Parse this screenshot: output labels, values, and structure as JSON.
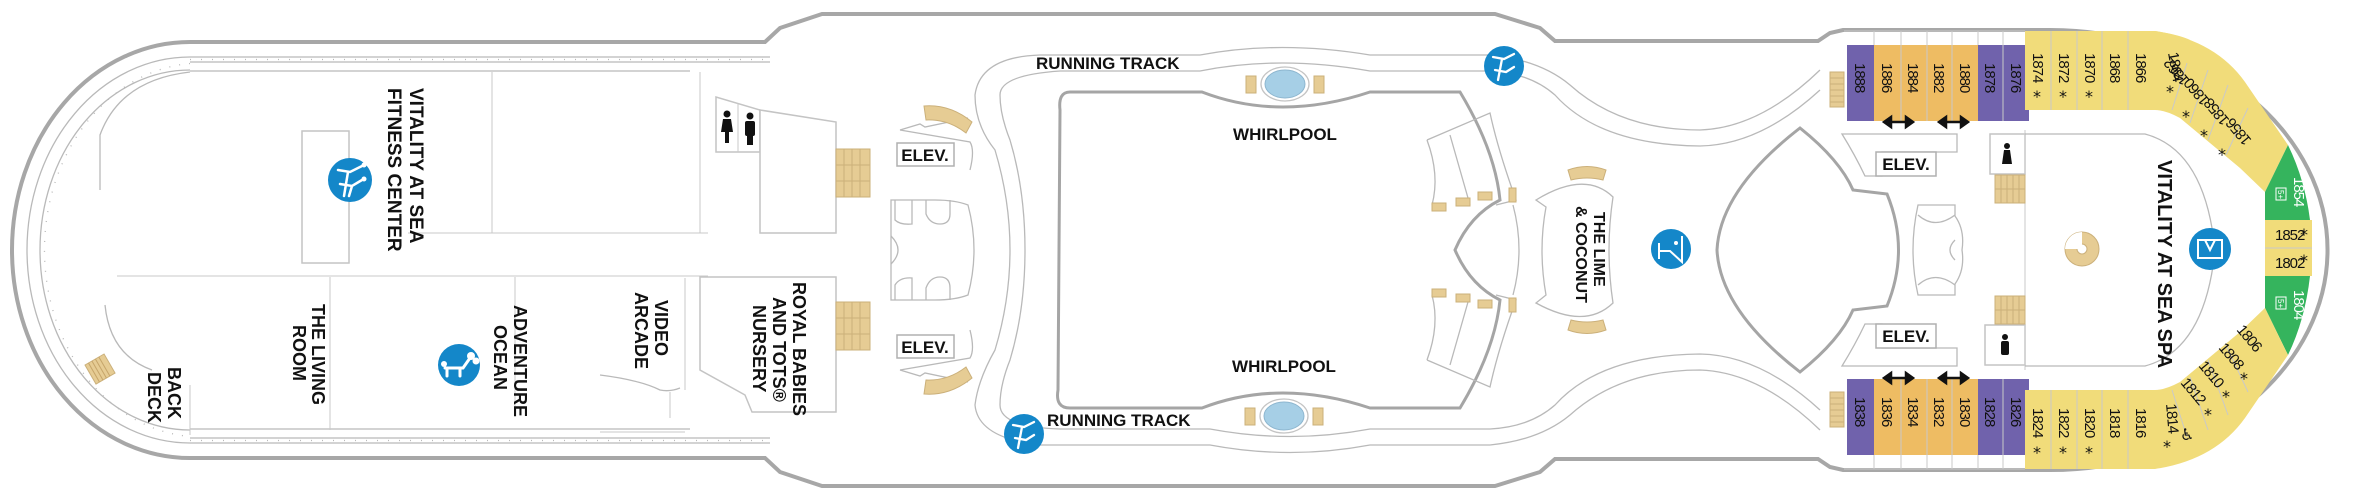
{
  "deck_map": {
    "colors": {
      "hull_stroke": "#a7a7a7",
      "icon_blue": "#1487c9",
      "whirlpool_water": "#a6cfe6",
      "stair_tan": "#e6cc94",
      "cabin_purple": "#7062ac",
      "cabin_orange": "#eebc63",
      "cabin_yellow": "#f1dc7a",
      "cabin_green": "#35b45d"
    },
    "venues": {
      "fitness_center": {
        "line1": "VITALITY AT SEA",
        "line2": "FITNESS CENTER",
        "icon": "runner-icon"
      },
      "back_deck": {
        "line1": "BACK",
        "line2": "DECK"
      },
      "living_room": {
        "line1": "THE LIVING",
        "line2": "ROOM"
      },
      "adventure_ocean": {
        "line1": "ADVENTURE",
        "line2": "OCEAN",
        "icon": "child-balloons-icon"
      },
      "video_arcade": {
        "line1": "VIDEO",
        "line2": "ARCADE"
      },
      "nursery": {
        "line1": "ROYAL BABIES",
        "line2": "AND TOTS®",
        "line3": "NURSERY"
      },
      "lime_coconut": {
        "line1": "THE LIME",
        "line2": "& COCONUT",
        "icon": "cocktail-icon"
      },
      "spa": {
        "label": "VITALITY AT SEA SPA",
        "icon": "spa-robe-icon"
      }
    },
    "labels": {
      "running_track_top": "RUNNING TRACK",
      "running_track_bottom": "RUNNING TRACK",
      "whirlpool_top": "WHIRLPOOL",
      "whirlpool_bottom": "WHIRLPOOL",
      "elev_aft_top": "ELEV.",
      "elev_aft_bottom": "ELEV.",
      "elev_fwd_top": "ELEV.",
      "elev_fwd_bottom": "ELEV."
    },
    "restrooms": {
      "icon_women": "woman-icon",
      "icon_men": "man-icon"
    },
    "cabins": {
      "top_row": [
        {
          "num": "1888",
          "type": "purple",
          "star": false
        },
        {
          "num": "1886",
          "type": "orange",
          "star": false
        },
        {
          "num": "1884",
          "type": "orange",
          "star": false
        },
        {
          "num": "1882",
          "type": "orange",
          "star": false
        },
        {
          "num": "1880",
          "type": "orange",
          "star": false
        },
        {
          "num": "1878",
          "type": "purple",
          "star": false
        },
        {
          "num": "1876",
          "type": "purple",
          "star": false
        },
        {
          "num": "1874",
          "type": "yellow",
          "star": true
        },
        {
          "num": "1872",
          "type": "yellow",
          "star": true
        },
        {
          "num": "1870",
          "type": "yellow",
          "star": true
        },
        {
          "num": "1868",
          "type": "yellow",
          "star": false
        },
        {
          "num": "1866",
          "type": "yellow",
          "star": false
        },
        {
          "num": "1864",
          "type": "yellow",
          "star": true
        }
      ],
      "top_curve": [
        {
          "num": "1862",
          "type": "yellow",
          "star": true
        },
        {
          "num": "1860",
          "type": "yellow",
          "star": true
        },
        {
          "num": "1858",
          "type": "yellow",
          "star": true
        },
        {
          "num": "1856",
          "type": "yellow",
          "star": false
        }
      ],
      "bow": [
        {
          "num": "1854",
          "type": "green",
          "badge": "5+"
        },
        {
          "num": "1852",
          "type": "yellow",
          "star": true
        },
        {
          "num": "1802",
          "type": "yellow",
          "star": true
        },
        {
          "num": "1804",
          "type": "green",
          "badge": "5+"
        }
      ],
      "bottom_curve": [
        {
          "num": "1806",
          "type": "yellow",
          "star": false
        },
        {
          "num": "1808",
          "type": "yellow",
          "star": true
        },
        {
          "num": "1810",
          "type": "yellow",
          "star": true
        },
        {
          "num": "1812",
          "type": "yellow",
          "star": true
        }
      ],
      "bottom_row": [
        {
          "num": "1838",
          "type": "purple",
          "star": false
        },
        {
          "num": "1836",
          "type": "orange",
          "star": false
        },
        {
          "num": "1834",
          "type": "orange",
          "star": false
        },
        {
          "num": "1832",
          "type": "orange",
          "star": false
        },
        {
          "num": "1830",
          "type": "orange",
          "star": false
        },
        {
          "num": "1828",
          "type": "purple",
          "star": false
        },
        {
          "num": "1826",
          "type": "purple",
          "star": false
        },
        {
          "num": "1824",
          "type": "yellow",
          "star": true
        },
        {
          "num": "1822",
          "type": "yellow",
          "star": true
        },
        {
          "num": "1820",
          "type": "yellow",
          "star": true
        },
        {
          "num": "1818",
          "type": "yellow",
          "star": false
        },
        {
          "num": "1816",
          "type": "yellow",
          "star": false
        },
        {
          "num": "1814",
          "type": "yellow",
          "star": true,
          "accessible": true
        }
      ],
      "star_symbol": "*",
      "badge_text": "5+",
      "accessible_symbol": "♿"
    }
  }
}
